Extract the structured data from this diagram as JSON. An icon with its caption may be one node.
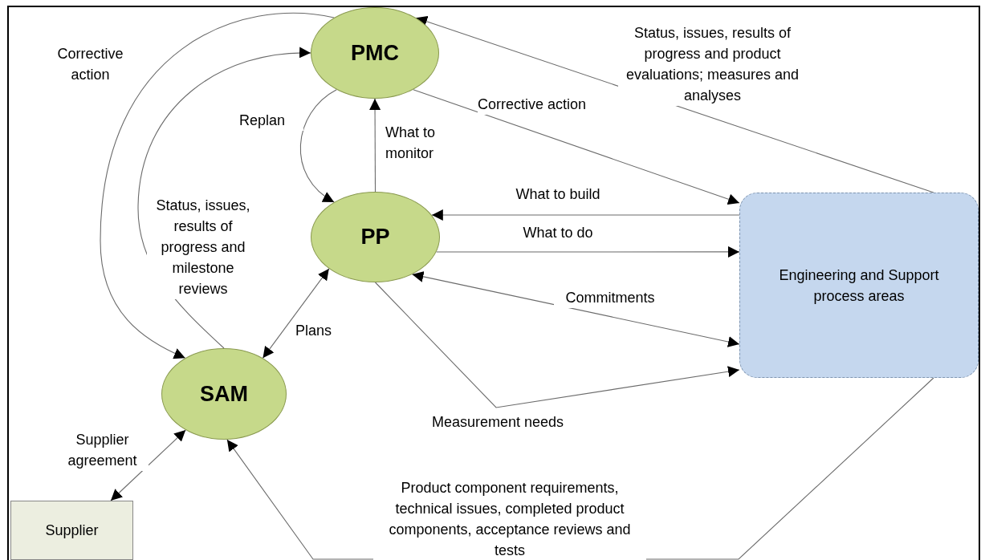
{
  "diagram": {
    "nodes": [
      {
        "text": [
          "PMC"
        ]
      },
      {
        "text": [
          "PP"
        ]
      },
      {
        "text": [
          "SAM"
        ]
      },
      {
        "text": [
          "Engineering and Support process areas"
        ]
      },
      {
        "text": [
          "Supplier"
        ]
      }
    ],
    "edges": [
      {
        "from": 0,
        "to": 2,
        "arrow": "to",
        "label": "Corrective action"
      },
      {
        "from": 2,
        "to": 0,
        "arrow": "to",
        "label": "Status, issues, results of progress and milestone reviews"
      },
      {
        "from": 0,
        "to": 1,
        "arrow": "to",
        "label": "Replan"
      },
      {
        "from": 1,
        "to": 0,
        "arrow": "to",
        "label": "What to monitor"
      },
      {
        "from": 0,
        "to": 3,
        "arrow": "to",
        "label": "Corrective action"
      },
      {
        "from": 3,
        "to": 0,
        "arrow": "to",
        "label": "Status, issues, results of progress and product evaluations; measures and analyses"
      },
      {
        "from": 3,
        "to": 1,
        "arrow": "to",
        "label": "What to build"
      },
      {
        "from": 1,
        "to": 3,
        "arrow": "to",
        "label": "What to do"
      },
      {
        "from": 1,
        "to": 3,
        "arrow": "both",
        "label": "Commitments"
      },
      {
        "from": 1,
        "to": 3,
        "arrow": "to",
        "label": "Measurement needs"
      },
      {
        "from": 1,
        "to": 2,
        "arrow": "both",
        "label": "Plans"
      },
      {
        "from": 2,
        "to": 4,
        "arrow": "both",
        "label": "Supplier agreement"
      },
      {
        "from": 3,
        "to": 2,
        "arrow": "to",
        "label": "Product component requirements, technical issues, completed product components, acceptance reviews and tests"
      }
    ]
  }
}
